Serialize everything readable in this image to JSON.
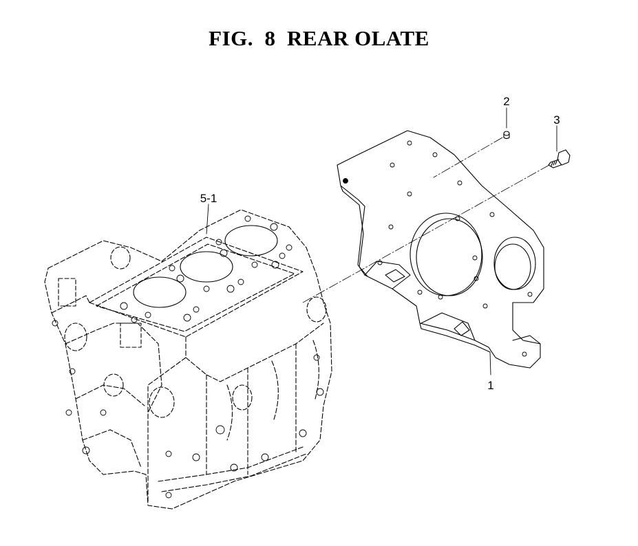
{
  "figure": {
    "title": "FIG.  8  REAR OLATE"
  },
  "callouts": [
    {
      "id": "1",
      "label": "1"
    },
    {
      "id": "2",
      "label": "2"
    },
    {
      "id": "3",
      "label": "3"
    },
    {
      "id": "5-1",
      "label": "5-1"
    }
  ]
}
